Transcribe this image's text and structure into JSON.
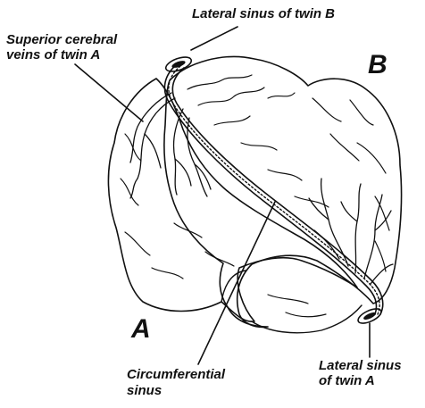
{
  "labels": {
    "lateral_sinus_b": "Lateral sinus of twin B",
    "superior_cerebral_line1": "Superior cerebral",
    "superior_cerebral_line2": "veins of twin A",
    "circumferential_line1": "Circumferential",
    "circumferential_line2": "sinus",
    "lateral_sinus_a_line1": "Lateral sinus",
    "lateral_sinus_a_line2": "of twin A",
    "twin_b": "B",
    "twin_a": "A"
  },
  "colors": {
    "ink": "#111111",
    "background": "#ffffff"
  }
}
